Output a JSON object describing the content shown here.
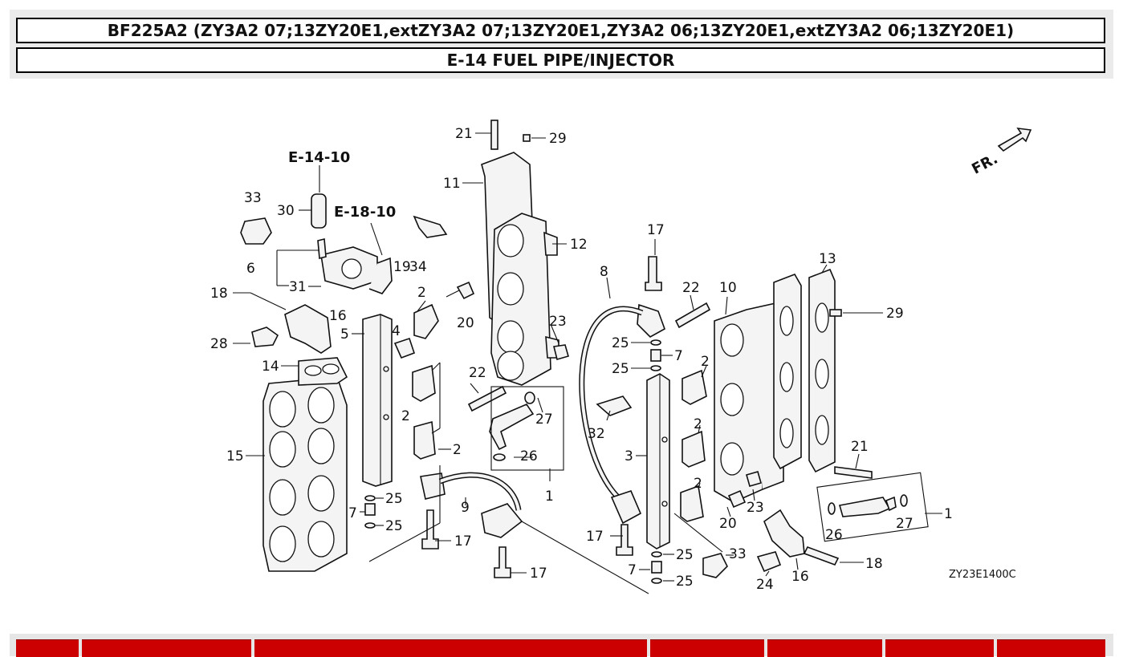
{
  "header": {
    "model_title": "BF225A2 (ZY3A2 07;13ZY20E1,extZY3A2 07;13ZY20E1,ZY3A2 06;13ZY20E1,extZY3A2 06;13ZY20E1)",
    "section_title": "E-14 FUEL PIPE/INJECTOR"
  },
  "diagram": {
    "ref_e1410": "E-14-10",
    "ref_e1810": "E-18-10",
    "front_marker": "FR.",
    "drawing_code": "ZY23E1400C",
    "callouts": {
      "c1": "1",
      "c1b": "1",
      "c2a": "2",
      "c2b": "2",
      "c2c": "2",
      "c2d": "2",
      "c2e": "2",
      "c2f": "2",
      "c3": "3",
      "c4": "4",
      "c5": "5",
      "c6": "6",
      "c7a": "7",
      "c7b": "7",
      "c7c": "7",
      "c8": "8",
      "c9": "9",
      "c10": "10",
      "c11": "11",
      "c12": "12",
      "c13": "13",
      "c14": "14",
      "c15": "15",
      "c16a": "16",
      "c16b": "16",
      "c17a": "17",
      "c17b": "17",
      "c17c": "17",
      "c17d": "17",
      "c18a": "18",
      "c18b": "18",
      "c19": "19",
      "c20a": "20",
      "c20b": "20",
      "c21a": "21",
      "c21b": "21",
      "c22a": "22",
      "c22b": "22",
      "c23a": "23",
      "c23b": "23",
      "c24": "24",
      "c25a": "25",
      "c25b": "25",
      "c25c": "25",
      "c25d": "25",
      "c25e": "25",
      "c25f": "25",
      "c26a": "26",
      "c26b": "26",
      "c27a": "27",
      "c27b": "27",
      "c28": "28",
      "c29a": "29",
      "c29b": "29",
      "c30": "30",
      "c31": "31",
      "c32": "32",
      "c33a": "33",
      "c33b": "33",
      "c34": "34"
    }
  },
  "colors": {
    "header_bg": "#ebebeb",
    "table_header_red": "#cc0000",
    "line": "#111111"
  }
}
